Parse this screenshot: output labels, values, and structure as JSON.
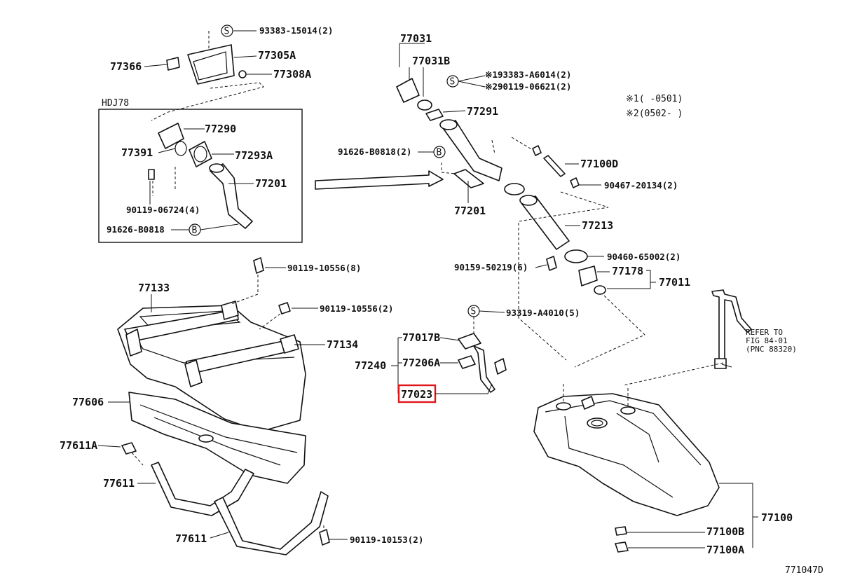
{
  "diagram_code": "771047D",
  "variant_box_label": "HDJ78",
  "highlighted_part": "77023",
  "notes": [
    {
      "mark": "※1",
      "text": "※1(    -0501)"
    },
    {
      "mark": "※2",
      "text": "※2(0502-    )"
    }
  ],
  "reference": {
    "line1": "REFER TO",
    "line2": "FIG 84-01",
    "line3": "(PNC 88320)"
  },
  "symbols": {
    "s": "S",
    "b": "B"
  },
  "labels": {
    "p93383": "93383-15014(2)",
    "p77366": "77366",
    "p77305A": "77305A",
    "p77308A": "77308A",
    "p77290": "77290",
    "p77391": "77391",
    "p77293A": "77293A",
    "p77201_inner": "77201",
    "p90119_06724": "90119-06724(4)",
    "p91626_inner": "91626-B0818",
    "p77031": "77031",
    "p77031B": "77031B",
    "p193383": "※193383-A6014(2)",
    "p290119": "※290119-06621(2)",
    "p77291": "77291",
    "p91626_main": "91626-B0818(2)",
    "p77201_main": "77201",
    "p77100D": "77100D",
    "p90467": "90467-20134(2)",
    "p77213": "77213",
    "p90460": "90460-65002(2)",
    "p90159": "90159-50219(6)",
    "p77178": "77178",
    "p77011": "77011",
    "p90119_10556_a": "90119-10556(8)",
    "p77133": "77133",
    "p90119_10556_b": "90119-10556(2)",
    "p77134": "77134",
    "p93319": "93319-A4010(5)",
    "p77017B": "77017B",
    "p77206A": "77206A",
    "p77240": "77240",
    "p77023": "77023",
    "p77606": "77606",
    "p77611A": "77611A",
    "p77611_a": "77611",
    "p77611_b": "77611",
    "p90119_10153": "90119-10153(2)",
    "p77100": "77100",
    "p77100B": "77100B",
    "p77100A": "77100A"
  }
}
